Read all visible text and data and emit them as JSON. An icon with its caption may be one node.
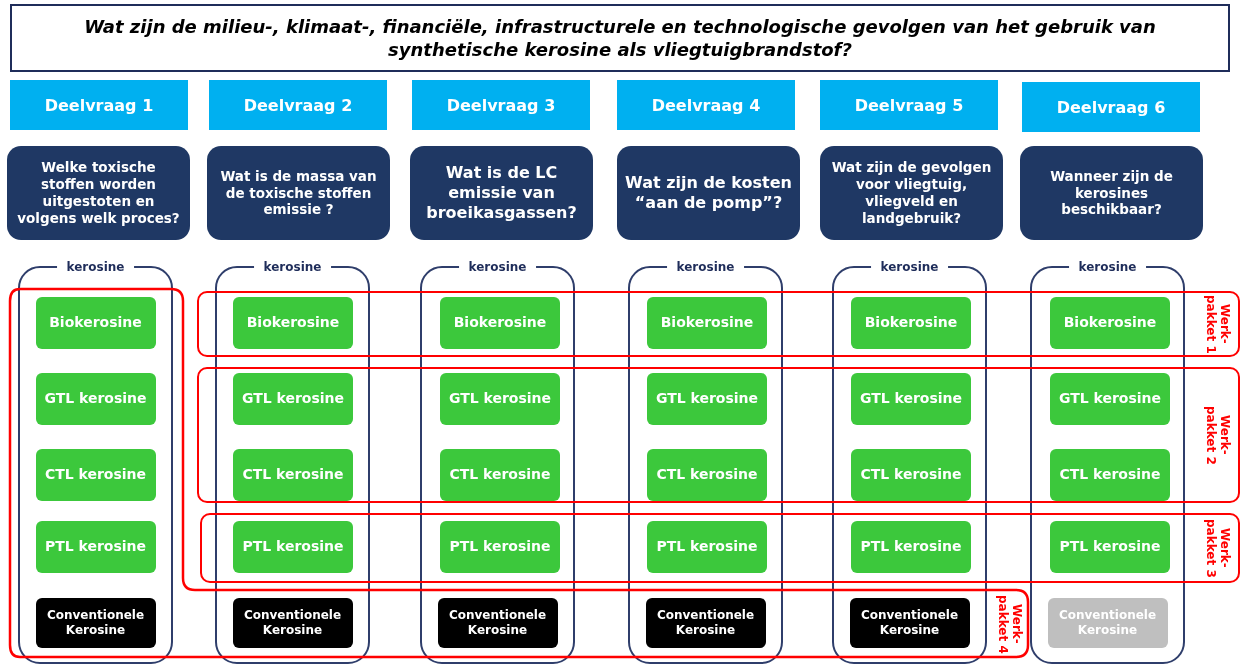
{
  "diagram": {
    "title": "Wat zijn de milieu-, klimaat-, financiële, infrastructurele en technologische gevolgen van het gebruik van synthetische kerosine als vliegtuigbrandstof?",
    "nodes": [
      {
        "text": [
          "Deelvraag 1"
        ]
      },
      {
        "text": [
          "Deelvraag 2"
        ]
      },
      {
        "text": [
          "Deelvraag 3"
        ]
      },
      {
        "text": [
          "Deelvraag 4"
        ]
      },
      {
        "text": [
          "Deelvraag 5"
        ]
      },
      {
        "text": [
          "Deelvraag 6"
        ]
      },
      {
        "text": [
          "Welke toxische stoffen worden uitgestoten en volgens welk proces?"
        ]
      },
      {
        "text": [
          "Wat is de massa van de toxische stoffen emissie ?"
        ]
      },
      {
        "text": [
          "Wat is de LC emissie van broeikasgassen?"
        ]
      },
      {
        "text": [
          "Wat zijn de kosten “aan de pomp”?"
        ]
      },
      {
        "text": [
          "Wat zijn de gevolgen voor vliegtuig, vliegveld en landgebruik?"
        ]
      },
      {
        "text": [
          "Wanneer zijn de kerosines beschikbaar?"
        ]
      },
      {
        "text": [
          "kerosine"
        ]
      },
      {
        "text": [
          "kerosine"
        ]
      },
      {
        "text": [
          "kerosine"
        ]
      },
      {
        "text": [
          "kerosine"
        ]
      },
      {
        "text": [
          "kerosine"
        ]
      },
      {
        "text": [
          "kerosine"
        ]
      },
      {
        "text": [
          "Werk- pakket 1"
        ]
      },
      {
        "text": [
          "Werk- pakket 2"
        ]
      },
      {
        "text": [
          "Werk- pakket 3"
        ]
      },
      {
        "text": [
          "Werk- pakket 4"
        ]
      },
      {
        "text": [
          "Biokerosine"
        ],
        "in": 12
      },
      {
        "text": [
          "Biokerosine"
        ]
      },
      {
        "text": [
          "Biokerosine"
        ]
      },
      {
        "text": [
          "Biokerosine"
        ]
      },
      {
        "text": [
          "Biokerosine"
        ]
      },
      {
        "text": [
          "Biokerosine"
        ]
      },
      {
        "text": [
          "GTL kerosine"
        ],
        "in": 12
      },
      {
        "text": [
          "GTL kerosine"
        ]
      },
      {
        "text": [
          "GTL kerosine"
        ]
      },
      {
        "text": [
          "GTL kerosine"
        ]
      },
      {
        "text": [
          "GTL kerosine"
        ]
      },
      {
        "text": [
          "GTL kerosine"
        ]
      },
      {
        "text": [
          "CTL kerosine"
        ],
        "in": 12
      },
      {
        "text": [
          "CTL kerosine"
        ]
      },
      {
        "text": [
          "CTL kerosine"
        ]
      },
      {
        "text": [
          "CTL kerosine"
        ]
      },
      {
        "text": [
          "CTL kerosine"
        ]
      },
      {
        "text": [
          "CTL kerosine"
        ]
      },
      {
        "text": [
          "PTL kerosine"
        ],
        "in": 12
      },
      {
        "text": [
          "PTL kerosine"
        ]
      },
      {
        "text": [
          "PTL kerosine"
        ]
      },
      {
        "text": [
          "PTL kerosine"
        ]
      },
      {
        "text": [
          "PTL kerosine"
        ]
      },
      {
        "text": [
          "PTL kerosine"
        ]
      },
      {
        "text": [
          "Conventionele Kerosine"
        ],
        "in": 12
      },
      {
        "text": [
          "Conventionele Kerosine"
        ],
        "in": 13
      },
      {
        "text": [
          "Conventionele Kerosine"
        ],
        "in": 14
      },
      {
        "text": [
          "Conventionele Kerosine"
        ],
        "in": 15
      },
      {
        "text": [
          "Conventionele Kerosine"
        ],
        "in": 16
      },
      {
        "text": [
          "Conventionele Kerosine"
        ],
        "in": 17
      }
    ]
  }
}
